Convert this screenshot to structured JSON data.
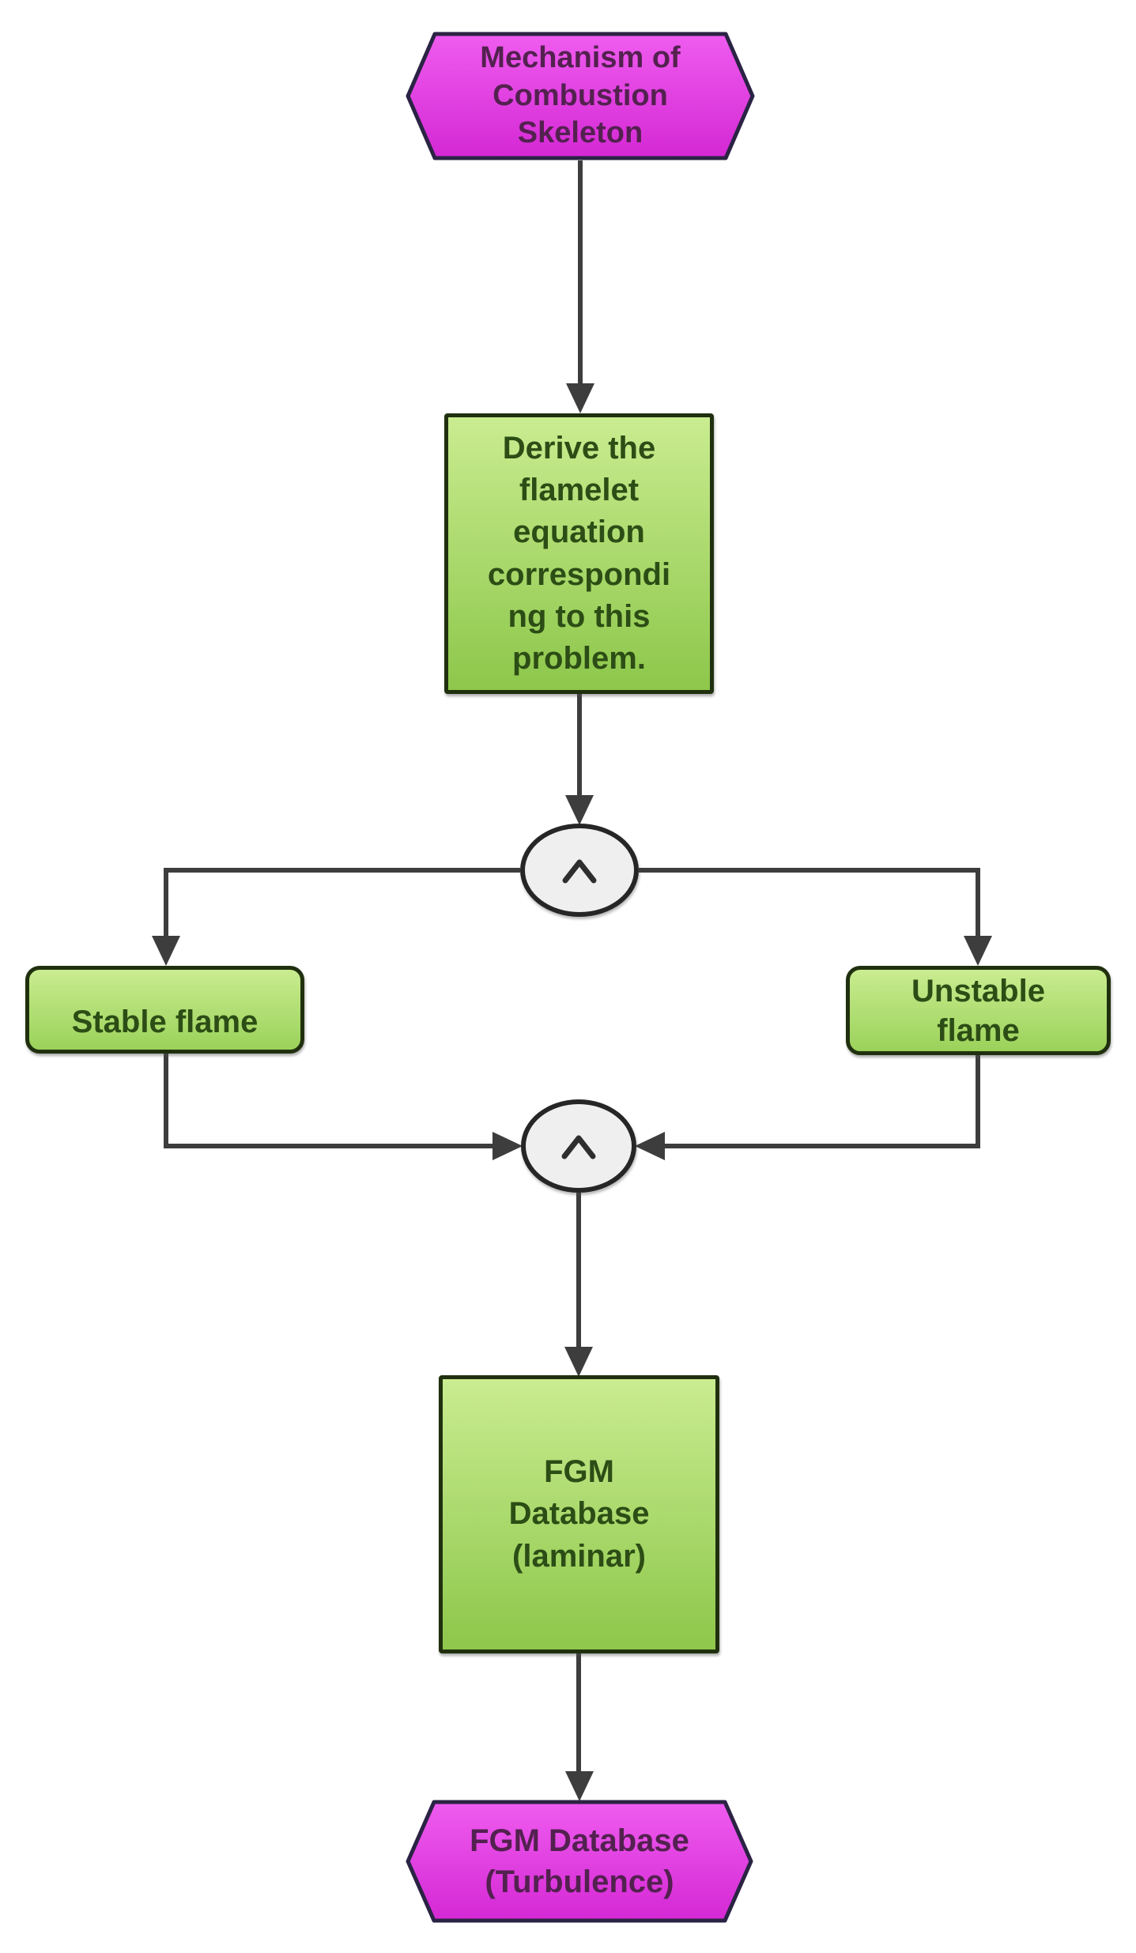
{
  "diagram": {
    "type": "flowchart",
    "nodes": [
      {
        "id": "start",
        "shape": "hexagon",
        "label": "Mechanism of\nCombustion\nSkeleton"
      },
      {
        "id": "derive",
        "shape": "rectangle",
        "label": "Derive the\nflamelet\nequation\ncorrespondi\nng to this\nproblem."
      },
      {
        "id": "junction1",
        "shape": "junction-circle",
        "icon": "logical-and",
        "glyph": "∧"
      },
      {
        "id": "stable",
        "shape": "rounded-rectangle",
        "label": "Stable flame"
      },
      {
        "id": "unstable",
        "shape": "rounded-rectangle",
        "label": "Unstable\nflame"
      },
      {
        "id": "junction2",
        "shape": "junction-circle",
        "icon": "logical-and",
        "glyph": "∧"
      },
      {
        "id": "fgm_laminar",
        "shape": "square",
        "label": "FGM\nDatabase\n(laminar)"
      },
      {
        "id": "fgm_turbulence",
        "shape": "hexagon",
        "label": "FGM Database\n(Turbulence)"
      }
    ],
    "edges": [
      {
        "from": "start",
        "to": "derive"
      },
      {
        "from": "derive",
        "to": "junction1"
      },
      {
        "from": "junction1",
        "to": "stable"
      },
      {
        "from": "junction1",
        "to": "unstable"
      },
      {
        "from": "stable",
        "to": "junction2"
      },
      {
        "from": "unstable",
        "to": "junction2"
      },
      {
        "from": "junction2",
        "to": "fgm_laminar"
      },
      {
        "from": "fgm_laminar",
        "to": "fgm_turbulence"
      }
    ]
  },
  "colors": {
    "magenta_top": "#ef5cef",
    "magenta_bottom": "#d428d4",
    "magenta_border": "#2b2344",
    "magenta_text": "#53214f",
    "green_top": "#c9ec90",
    "green_bottom": "#8dc74b",
    "green_border": "#20300f",
    "green_text": "#2c4d15",
    "junction_fill": "#efefef",
    "junction_border": "#262626",
    "connector": "#3d3d3d"
  }
}
